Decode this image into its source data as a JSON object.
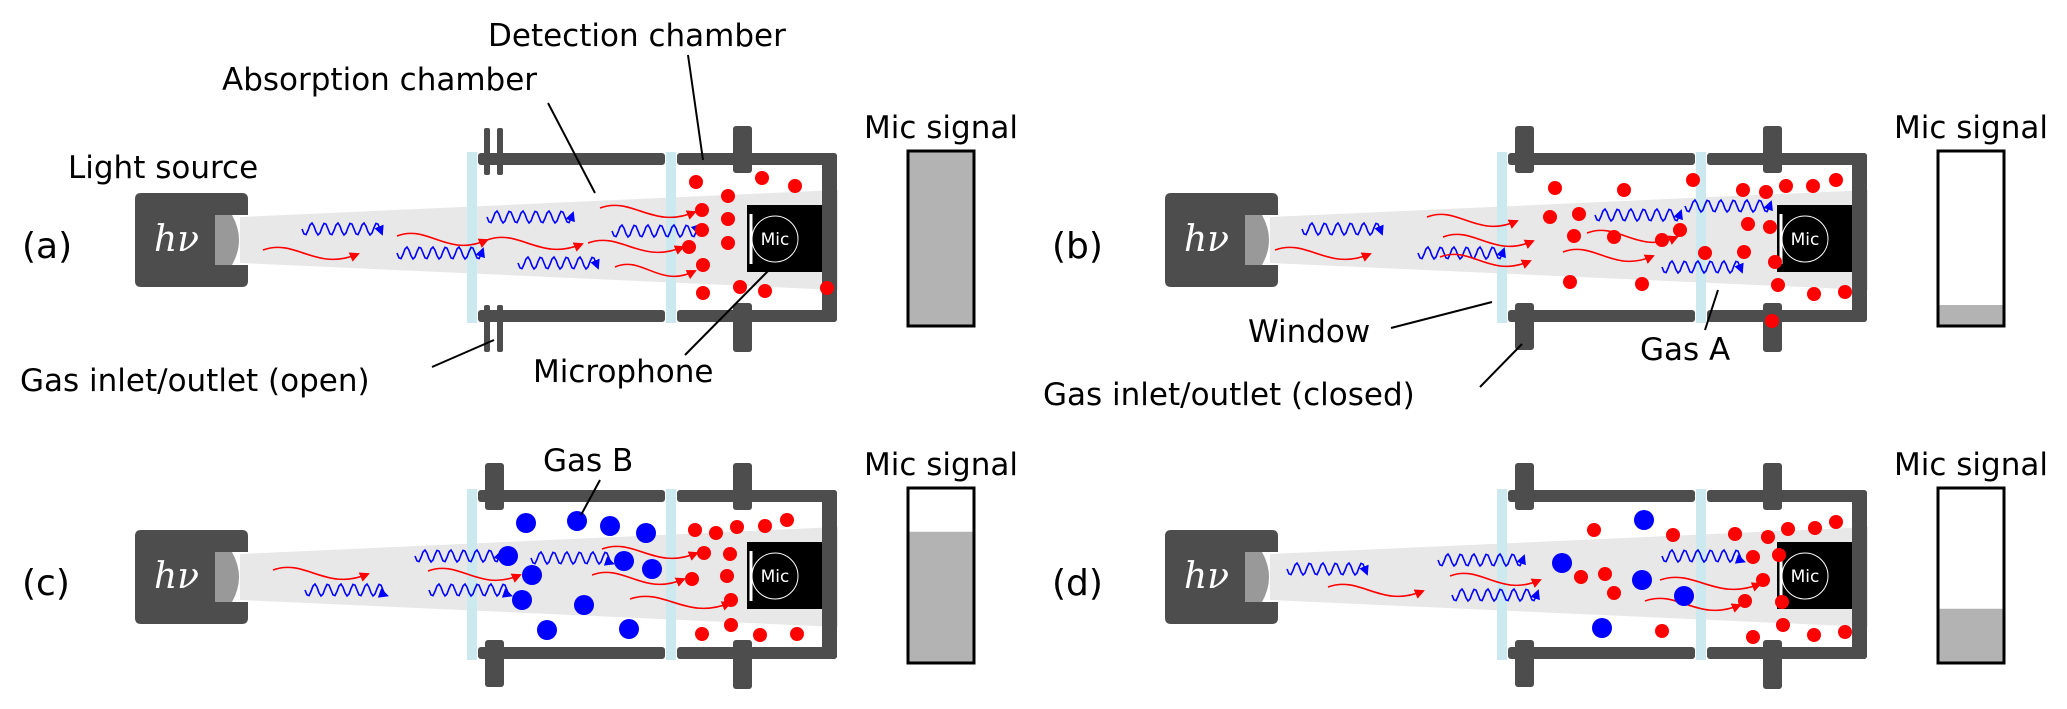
{
  "figure": {
    "colors": {
      "housing": "#4d4d4d",
      "beam": "#e8e8e8",
      "window": "#cce9ef",
      "gas_a": "#ff0000",
      "gas_b": "#0000ff",
      "photon_absorbed_by_a": "#ff0000",
      "photon_absorbed_by_b": "#0000ff",
      "mic_box": "#000000",
      "signal_fill": "#b3b3b3",
      "lens": "#999999"
    },
    "labels": {
      "light_source": "Light source",
      "absorption_chamber": "Absorption chamber",
      "detection_chamber": "Detection chamber",
      "gas_inlet_open": "Gas inlet/outlet (open)",
      "gas_inlet_closed": "Gas inlet/outlet (closed)",
      "microphone": "Microphone",
      "window": "Window",
      "gas_a": "Gas A",
      "gas_b": "Gas B",
      "mic_signal": "Mic signal",
      "mic": "Mic",
      "hv": "hν"
    },
    "panels": [
      {
        "id": "a",
        "label": "(a)",
        "inlet_state": "open",
        "absorption_gas": "none",
        "mic_signal_level": 1.0
      },
      {
        "id": "b",
        "label": "(b)",
        "inlet_state": "closed",
        "absorption_gas": "Gas A",
        "mic_signal_level": 0.12
      },
      {
        "id": "c",
        "label": "(c)",
        "inlet_state": "closed",
        "absorption_gas": "Gas B",
        "mic_signal_level": 0.75
      },
      {
        "id": "d",
        "label": "(d)",
        "inlet_state": "closed",
        "absorption_gas": "Gas A + Gas B",
        "mic_signal_level": 0.31
      }
    ]
  }
}
